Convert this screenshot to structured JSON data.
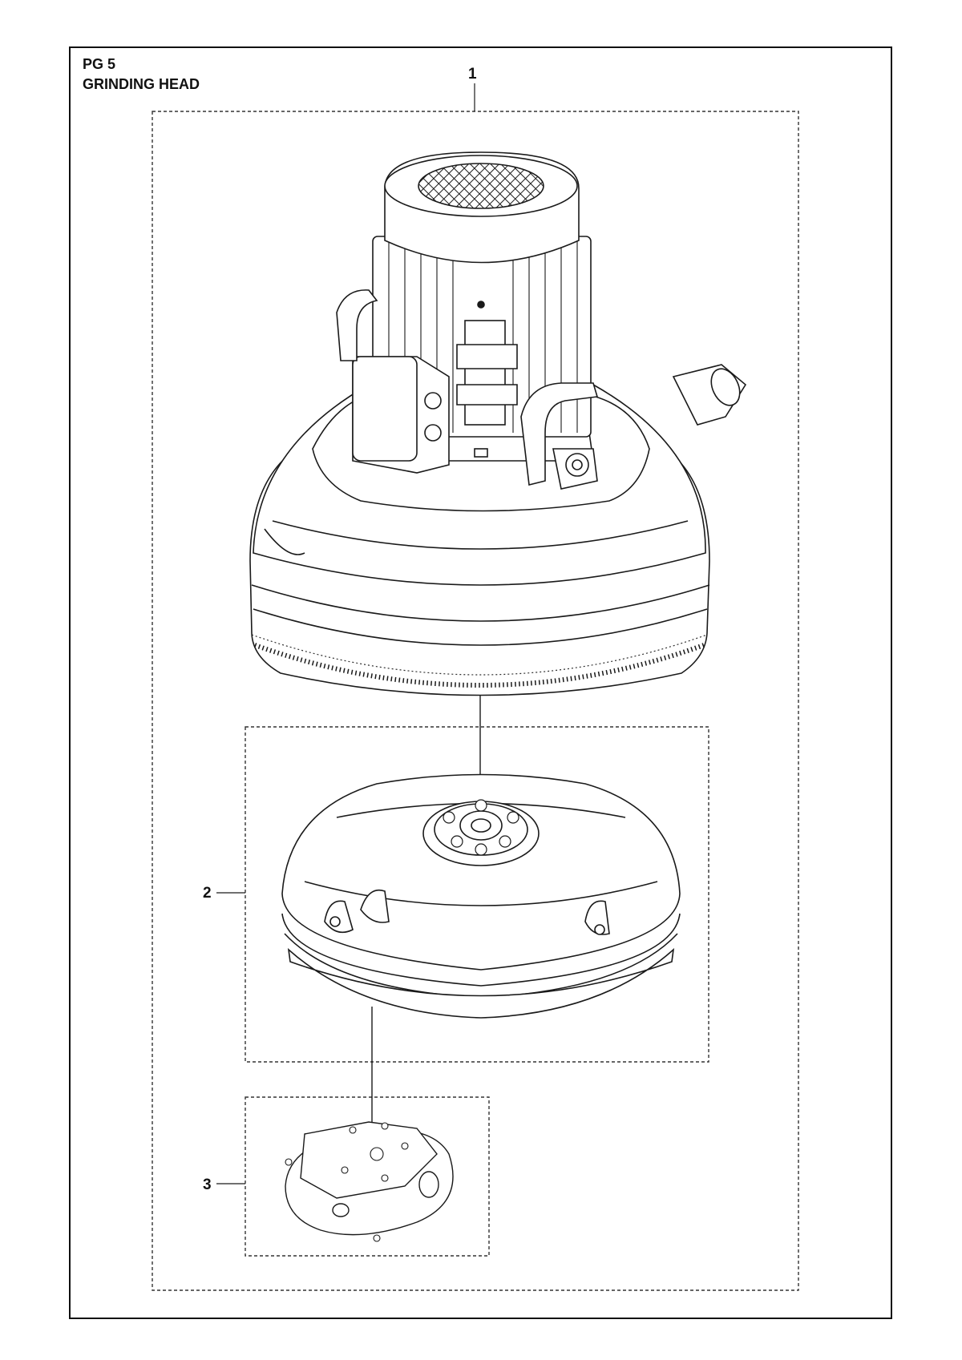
{
  "header": {
    "page_code": "PG 5",
    "title": "GRINDING HEAD"
  },
  "callouts": [
    {
      "id": "1",
      "label": "1"
    },
    {
      "id": "2",
      "label": "2"
    },
    {
      "id": "3",
      "label": "3"
    }
  ],
  "colors": {
    "line": "#1a1a1a",
    "dash": "#333333",
    "background": "#ffffff"
  }
}
